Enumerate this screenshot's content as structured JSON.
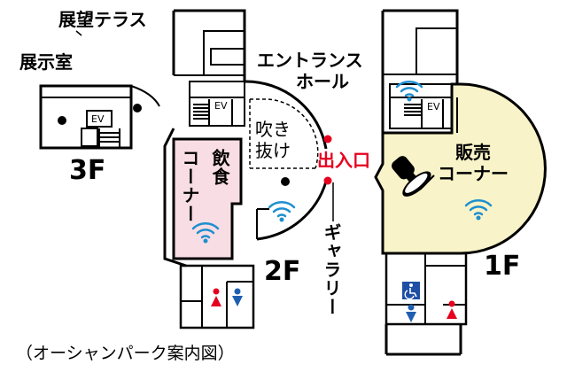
{
  "labels": {
    "observation_terrace": "展望テラス",
    "exhibition_room": "展示室",
    "entrance_hall_line1": "エントランス",
    "entrance_hall_line2": "ホール",
    "atrium_line1": "吹き",
    "atrium_line2": "抜け",
    "dining_col1": "飲食",
    "dining_col2": "コーナー",
    "sales_line1": "販売",
    "sales_line2": "コーナー",
    "entrance": "出入口",
    "gallery": "ギャラリー",
    "ev": "EV",
    "caption": "（オーシャンパーク案内図）"
  },
  "floors": {
    "f3": "3F",
    "f2": "2F",
    "f1": "1F"
  },
  "colors": {
    "dining_fill": "#f8dde4",
    "sales_fill": "#f8f3c8",
    "wifi_blue": "#1e8fcf",
    "entrance_red": "#e6001f",
    "male_blue": "#1f5fb0",
    "female_red": "#e6001f",
    "accessible_blue": "#1f4ea5",
    "outline": "#000000"
  },
  "icons": {
    "wifi": "wifi-icon",
    "stamp": "stamp-icon",
    "restroom_female": "female-restroom-icon",
    "restroom_male": "male-restroom-icon",
    "accessible": "accessible-icon"
  }
}
